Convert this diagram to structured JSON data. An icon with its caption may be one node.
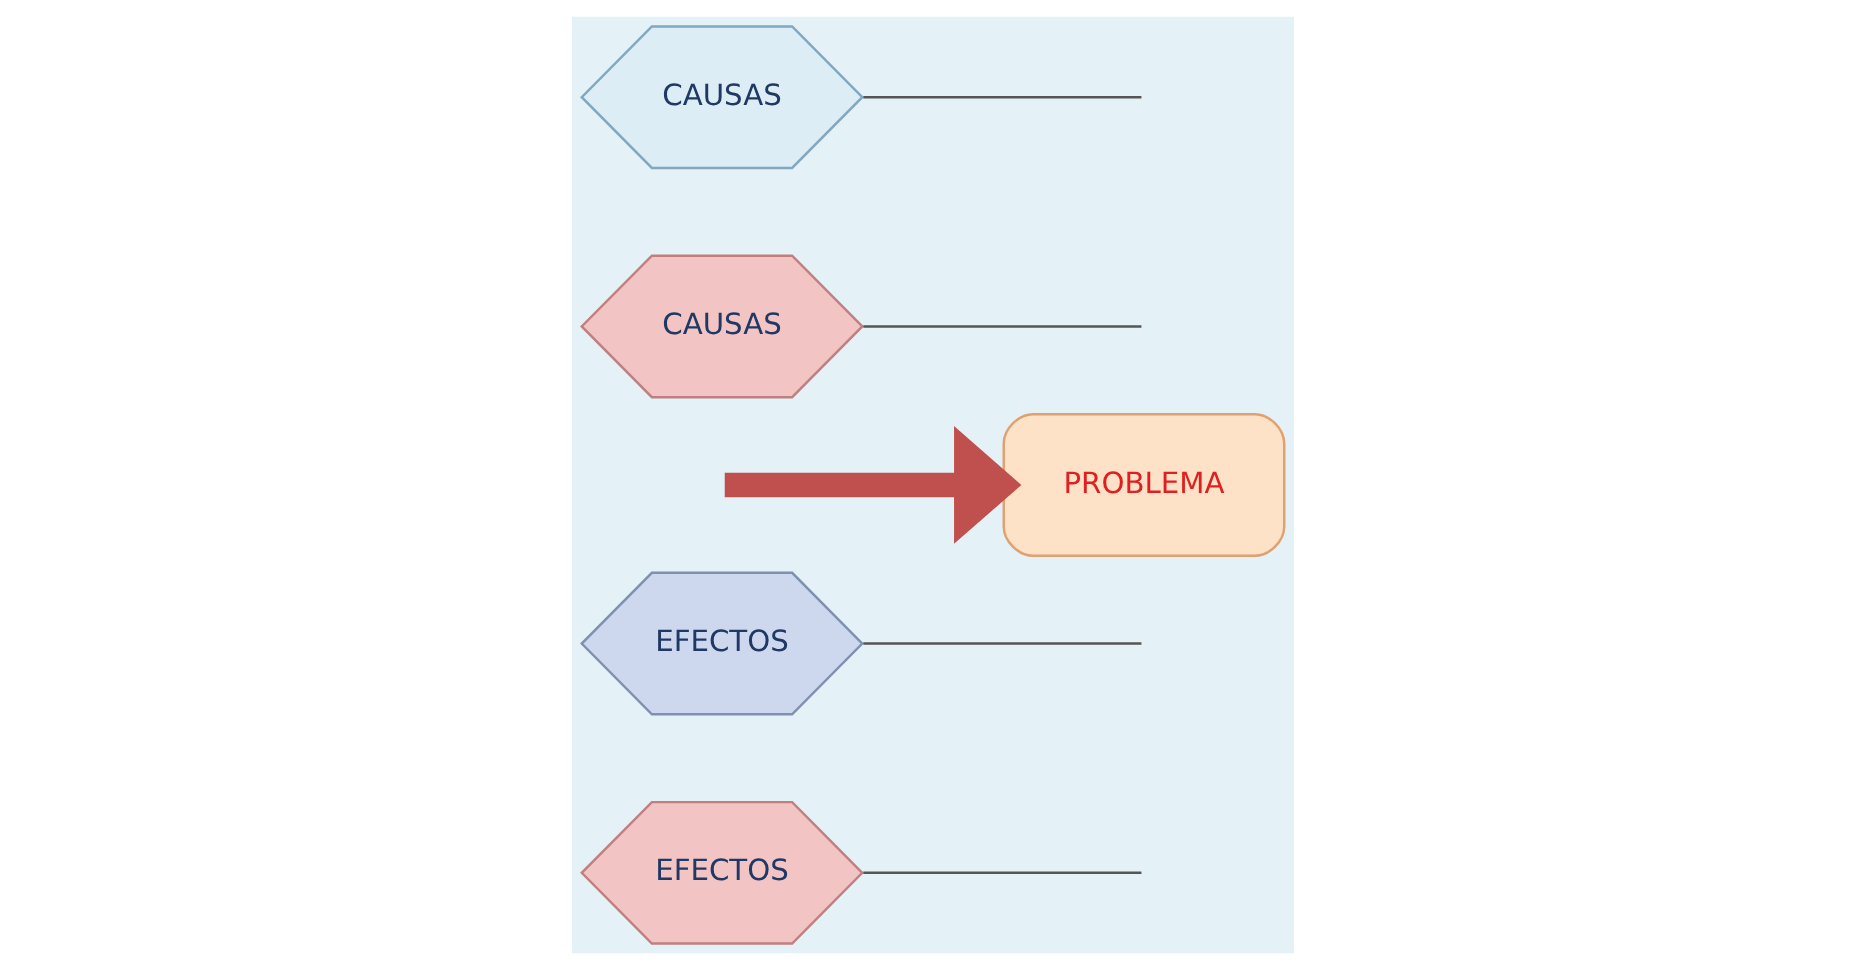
{
  "diagram": {
    "nodes": [
      {
        "text": [
          "EFECTOS"
        ]
      },
      {
        "text": [
          "EFECTOS"
        ]
      },
      {
        "text": [
          "PROBLEMA"
        ]
      },
      {
        "text": [
          "CAUSAS"
        ]
      },
      {
        "text": [
          "CAUSAS"
        ]
      }
    ],
    "edges": [
      {
        "from": null,
        "to": 2,
        "arrow": "to",
        "style": "thick",
        "color": "#c0504d"
      },
      {
        "from": 0,
        "to": null,
        "arrow": "none"
      },
      {
        "from": 1,
        "to": null,
        "arrow": "none"
      },
      {
        "from": 3,
        "to": null,
        "arrow": "none"
      },
      {
        "from": 4,
        "to": null,
        "arrow": "none"
      }
    ]
  }
}
